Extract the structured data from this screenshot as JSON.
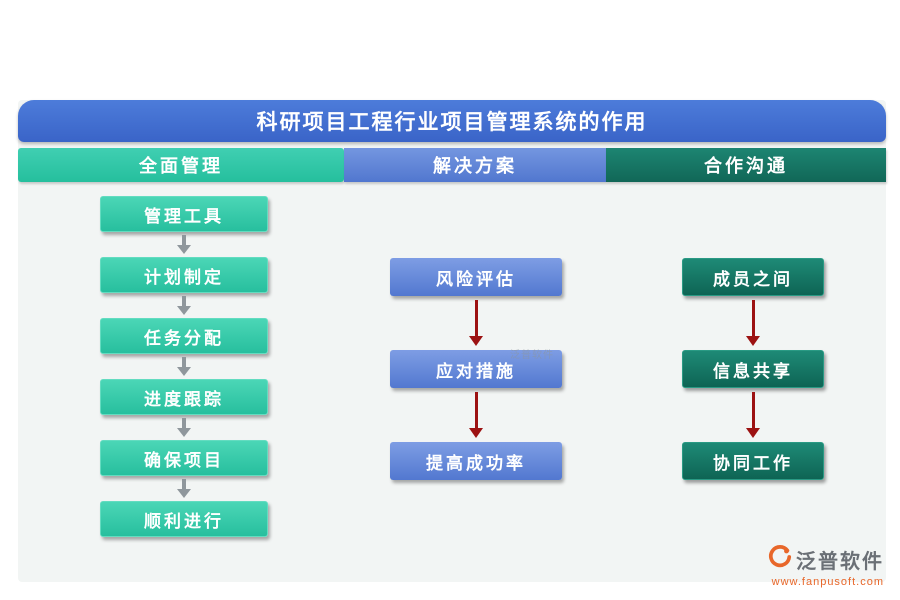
{
  "title": "科研项目工程行业项目管理系统的作用",
  "columns": [
    {
      "header": "全面管理",
      "color": "#2fc7a7",
      "items": [
        "管理工具",
        "计划制定",
        "任务分配",
        "进度跟踪",
        "确保项目",
        "顺利进行"
      ]
    },
    {
      "header": "解决方案",
      "color": "#5b85d8",
      "items": [
        "风险评估",
        "应对措施",
        "提高成功率"
      ]
    },
    {
      "header": "合作沟通",
      "color": "#15796a",
      "items": [
        "成员之间",
        "信息共享",
        "协同工作"
      ]
    }
  ],
  "watermark": "泛普软件",
  "brand": {
    "name": "泛普软件",
    "url": "www.fanpusoft.com",
    "accent_color": "#e8672a"
  },
  "colors": {
    "title_bar": "#3d6ccf",
    "panel_background": "#f2f5f4",
    "arrow_gray": "#8f979c",
    "arrow_red": "#9c1212"
  }
}
